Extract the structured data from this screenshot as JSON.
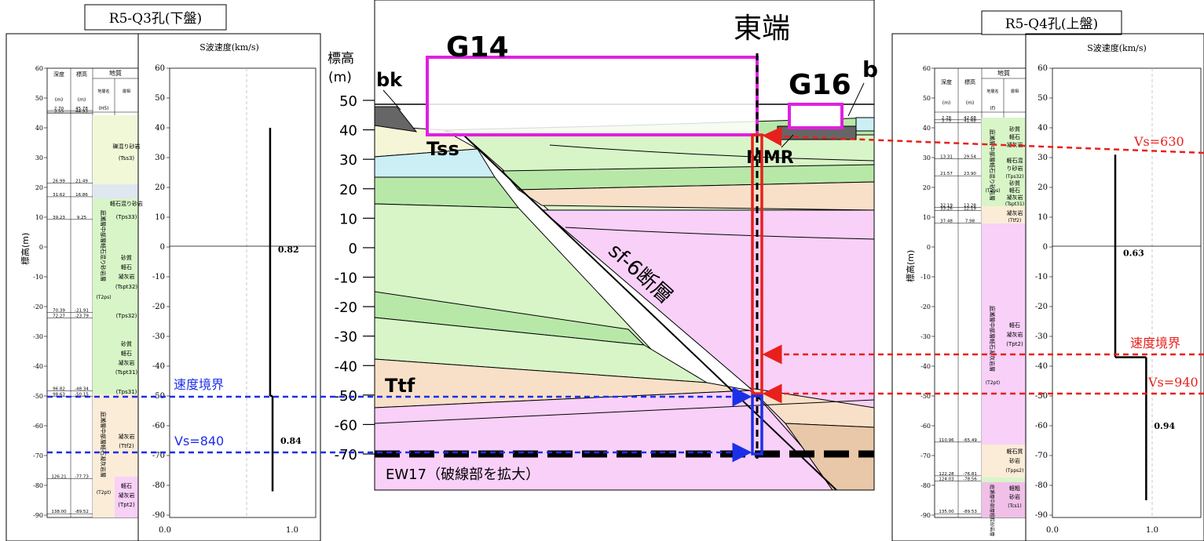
{
  "left_panel": {
    "title": "R5-Q3孔(下盤)",
    "velocity_header": "S波速度(km/s)",
    "log_headers": {
      "depth": "深度",
      "elev": "標高",
      "geology": "地質",
      "unit": "(m)",
      "stratum": "地層名",
      "lith": "層相",
      "h5": "(H5)"
    },
    "y_axis_label": "標高(m)",
    "log_ticks": [
      "60",
      "50",
      "40",
      "30",
      "20",
      "10",
      "0",
      "-10",
      "-20",
      "-30",
      "-40",
      "-50",
      "-60",
      "-70",
      "-80",
      "-90"
    ],
    "vel_ticks": [
      "60",
      "50",
      "40",
      "30",
      "20",
      "10",
      "0",
      "-10",
      "-20",
      "-30",
      "-40",
      "-50",
      "-60",
      "-70",
      "-80",
      "-90"
    ],
    "x_ticks": [
      "0.0",
      "1.0"
    ],
    "depth_rows": [
      {
        "depth": "2.70",
        "elev": "45.78"
      },
      {
        "depth": "3.55",
        "elev": "44.93"
      },
      {
        "depth": "26.99",
        "elev": "21.49"
      },
      {
        "depth": "31.62",
        "elev": "16.86"
      },
      {
        "depth": "39.23",
        "elev": "9.25"
      },
      {
        "depth": "70.39",
        "elev": "-21.91"
      },
      {
        "depth": "72.27",
        "elev": "-23.79"
      },
      {
        "depth": "96.82",
        "elev": "-48.34"
      },
      {
        "depth": "98.63",
        "elev": "-50.15"
      },
      {
        "depth": "126.21",
        "elev": "-77.73"
      },
      {
        "depth": "138.00",
        "elev": "-89.52"
      }
    ],
    "stratum_labels": [
      "礫混り砂岩",
      "(Tss3)",
      "軽石混り砂岩",
      "(Tps33)",
      "砂質",
      "軽石",
      "凝灰岩",
      "(Tspt32)",
      "(Tps32)",
      "砂質",
      "軽石",
      "凝灰岩",
      "(Tspt31)",
      "(Tps31)",
      "凝灰岩",
      "(Ttf2)",
      "軽石",
      "凝灰岩",
      "(Tpt2)"
    ],
    "vertical_group_1": "庭瀬層中部層軽石混り砂岩層",
    "vertical_group_1_code": "(T2ps)",
    "vertical_group_2": "庭瀬層中部層軽石凝灰岩層",
    "vertical_group_2_code": "(T2pt)",
    "velocity_values": [
      {
        "label": "0.82",
        "top": 40,
        "bottom": -50,
        "vs": 0.82
      },
      {
        "label": "0.84",
        "top": -50,
        "bottom": -82,
        "vs": 0.84
      }
    ],
    "boundary_label": "速度境界",
    "vs_label": "Vs=840"
  },
  "center_panel": {
    "g14": "G14",
    "g16": "G16",
    "east_end": "東端",
    "elev_label": "標高",
    "elev_unit": "(m)",
    "elev_ticks": [
      "50",
      "40",
      "30",
      "20",
      "10",
      "0",
      "-10",
      "-20",
      "-30",
      "-40",
      "-50",
      "-60",
      "-70"
    ],
    "bk_label": "bk",
    "b_label": "b",
    "tss_label": "Tss",
    "mmr_label": "MMR",
    "ttf_label": "Ttf",
    "fault_label": "sf-6断層",
    "caption": "EW17（破線部を拡大）"
  },
  "right_panel": {
    "title": "R5-Q4孔(上盤)",
    "velocity_header": "S波速度(km/s)",
    "y_axis_label": "標高(m)",
    "log_ticks": [
      "60",
      "50",
      "40",
      "30",
      "20",
      "10",
      "0",
      "-10",
      "-20",
      "-30",
      "-40",
      "-50",
      "-60",
      "-70",
      "-80",
      "-90"
    ],
    "vel_ticks": [
      "60",
      "50",
      "40",
      "30",
      "20",
      "10",
      "0",
      "-10",
      "-20",
      "-30",
      "-40",
      "-50",
      "-60",
      "-70",
      "-80",
      "-90"
    ],
    "x_ticks": [
      "0.0",
      "1.0"
    ],
    "log_headers": {
      "depth": "深度",
      "elev": "標高",
      "geology": "地質",
      "unit": "(m)",
      "stratum": "地層名",
      "lith": "層相",
      "f": "(f)"
    },
    "depth_rows": [
      {
        "depth": "2.78",
        "elev": "42.68"
      },
      {
        "depth": "3.79",
        "elev": "41.68"
      },
      {
        "depth": "13.31",
        "elev": "29.54"
      },
      {
        "depth": "21.57",
        "elev": "23.90"
      },
      {
        "depth": "32.19",
        "elev": "13.28"
      },
      {
        "depth": "33.26",
        "elev": "12.19"
      },
      {
        "depth": "37.48",
        "elev": "7.98"
      },
      {
        "depth": "110.96",
        "elev": "-65.49"
      },
      {
        "depth": "122.28",
        "elev": "-76.81"
      },
      {
        "depth": "124.03",
        "elev": "-78.56"
      },
      {
        "depth": "135.00",
        "elev": "-89.53"
      }
    ],
    "stratum_labels": [
      "砂質",
      "軽石",
      "凝灰岩",
      "軽石混",
      "り砂岩",
      "(Tps32)",
      "砂質",
      "軽石",
      "凝灰岩",
      "(Tspt31)",
      "凝灰岩",
      "(Ttf2)",
      "軽石",
      "凝灰岩",
      "(Tpt2)",
      "軽石質",
      "砂岩",
      "(Tpps2)",
      "軽粗",
      "砂岩",
      "(Tcs1)"
    ],
    "vertical_group_1": "庭瀬層中部層軽石混り砂岩層",
    "vertical_group_1_code": "(T2ps)",
    "vertical_group_2": "庭瀬層中部層軽石凝灰岩層",
    "vertical_group_2_code": "(T2pt)",
    "vertical_group_3": "庭瀬層中部層粗粒砂岩層",
    "velocity_values": [
      {
        "label": "0.63",
        "top": 31,
        "bottom": -37,
        "vs": 0.63
      },
      {
        "label": "0.94",
        "top": -37,
        "bottom": -85,
        "vs": 0.94
      }
    ],
    "vs630_label": "Vs=630",
    "boundary_label": "速度境界",
    "vs940_label": "Vs=940"
  },
  "colors": {
    "red": "#e8201c",
    "blue": "#1c2fe8",
    "magenta": "#e020e0",
    "light_green": "#d8f5c8",
    "green": "#b8e8a8",
    "pink": "#f8d0f8",
    "tan": "#f8e0c8",
    "cyan": "#cceef5",
    "brown": "#e8c8a8",
    "yellowish": "#f5f5d8"
  }
}
